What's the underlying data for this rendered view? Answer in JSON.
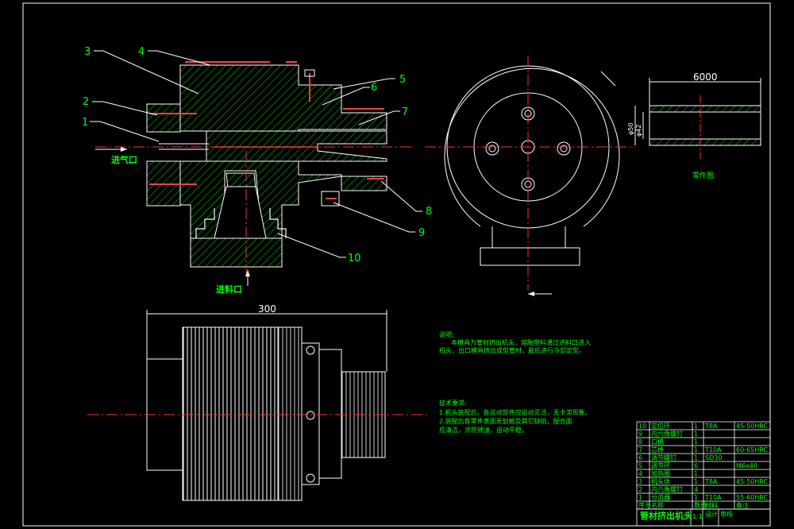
{
  "drawing": {
    "title": "管材挤出机头",
    "balloons": [
      "1",
      "2",
      "3",
      "4",
      "5",
      "6",
      "7",
      "8",
      "9",
      "10"
    ],
    "port_air": "进气口",
    "port_feed": "进料口",
    "dim_length_front": "300",
    "dim_length_part": "6000",
    "dim_dia_outer": "φ50",
    "dim_dia_inner": "φ42",
    "part_label": "零件图"
  },
  "notes": {
    "title": "说明:",
    "line1": "本模具为管材挤出机头，熔融塑料通过进料口进入",
    "line2": "机头，出口模具挤出成型管材，最后进行冷却定型。",
    "tech_title": "技术要求:",
    "tech1": "1.机头装配后，各运动部件应运动灵活，无卡滞现象。",
    "tech2": "2.装配后各零件表面无划痕及其它缺陷，配合面",
    "tech3": "  应清洁，涂防锈油，运动平稳。"
  },
  "bom": {
    "rows": [
      {
        "no": "10",
        "name": "定位环",
        "qty": "1",
        "mat": "T8A",
        "note": "45-50HRC"
      },
      {
        "no": "9",
        "name": "内六角螺钉",
        "qty": "1",
        "mat": "",
        "note": ""
      },
      {
        "no": "8",
        "name": "口模",
        "qty": "1",
        "mat": "",
        "note": ""
      },
      {
        "no": "7",
        "name": "芯棒",
        "qty": "1",
        "mat": "T10A",
        "note": "60-65HRC"
      },
      {
        "no": "6",
        "name": "调节螺钉",
        "qty": "1",
        "mat": "SD30",
        "note": ""
      },
      {
        "no": "5",
        "name": "调节环",
        "qty": "6",
        "mat": "",
        "note": "M6x40"
      },
      {
        "no": "4",
        "name": "加热圈",
        "qty": "1",
        "mat": "",
        "note": ""
      },
      {
        "no": "3",
        "name": "机头体",
        "qty": "1",
        "mat": "T8A",
        "note": "45-50HRC"
      },
      {
        "no": "2",
        "name": "内六角螺钉",
        "qty": "4",
        "mat": "",
        "note": ""
      },
      {
        "no": "1",
        "name": "分流器",
        "qty": "1",
        "mat": "T10A",
        "note": "55-60HRC"
      }
    ],
    "header": {
      "no": "序号",
      "name": "名称",
      "qty": "数量",
      "mat": "材料",
      "note": "备注"
    },
    "title_block_title": "管材挤出机头",
    "scale": "1:1",
    "label_design": "设计",
    "label_check": "审核"
  }
}
